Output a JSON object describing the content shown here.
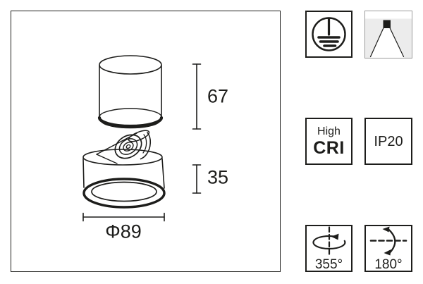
{
  "drawing": {
    "dim_body_height": "67",
    "dim_head_height": "35",
    "dim_diameter": "Φ89"
  },
  "badges": {
    "protection": {
      "icon": "protective-earth-icon"
    },
    "beam": {
      "icon": "ceiling-beam-icon"
    },
    "cri": {
      "line1": "High",
      "line2": "CRI"
    },
    "ip_rating": {
      "label": "IP20"
    },
    "pan_rotation": {
      "label": "355°",
      "icon": "pan-rotation-icon"
    },
    "tilt_rotation": {
      "label": "180°",
      "icon": "tilt-rotation-icon"
    }
  },
  "colors": {
    "line": "#1d1d1b",
    "beam_fill": "#ececec",
    "beam_border": "#9b9b9b"
  }
}
